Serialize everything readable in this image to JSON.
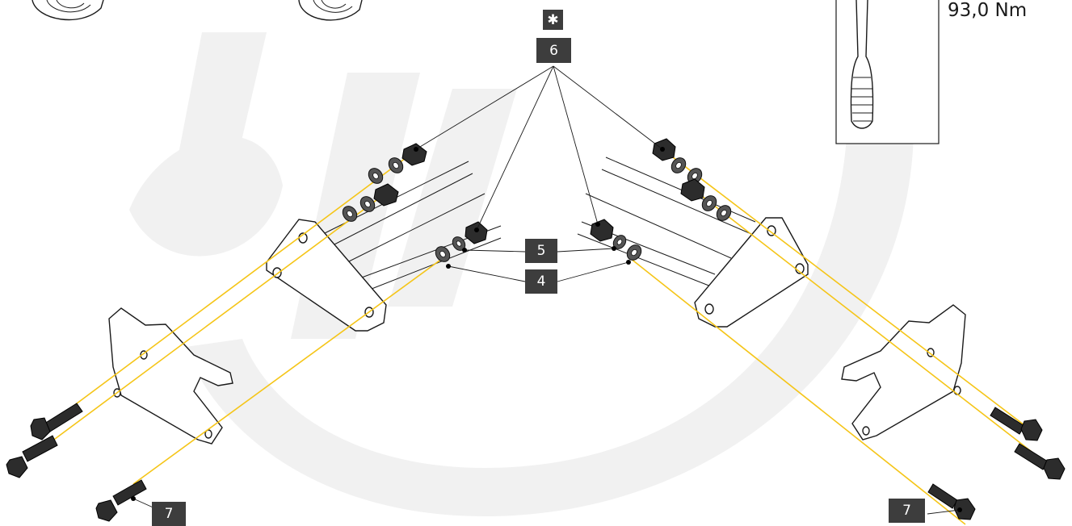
{
  "watermark": {
    "text": "gdw",
    "color": "#efefef"
  },
  "torque": {
    "value": "93,0 Nm"
  },
  "callouts": {
    "star": "✱",
    "part6": "6",
    "part5": "5",
    "part4": "4",
    "part7_left": "7",
    "part7_right": "7"
  },
  "colors": {
    "callout_bg": "#3d3d3d",
    "guide_line": "#f5c518",
    "outline": "#1a1a1a"
  }
}
